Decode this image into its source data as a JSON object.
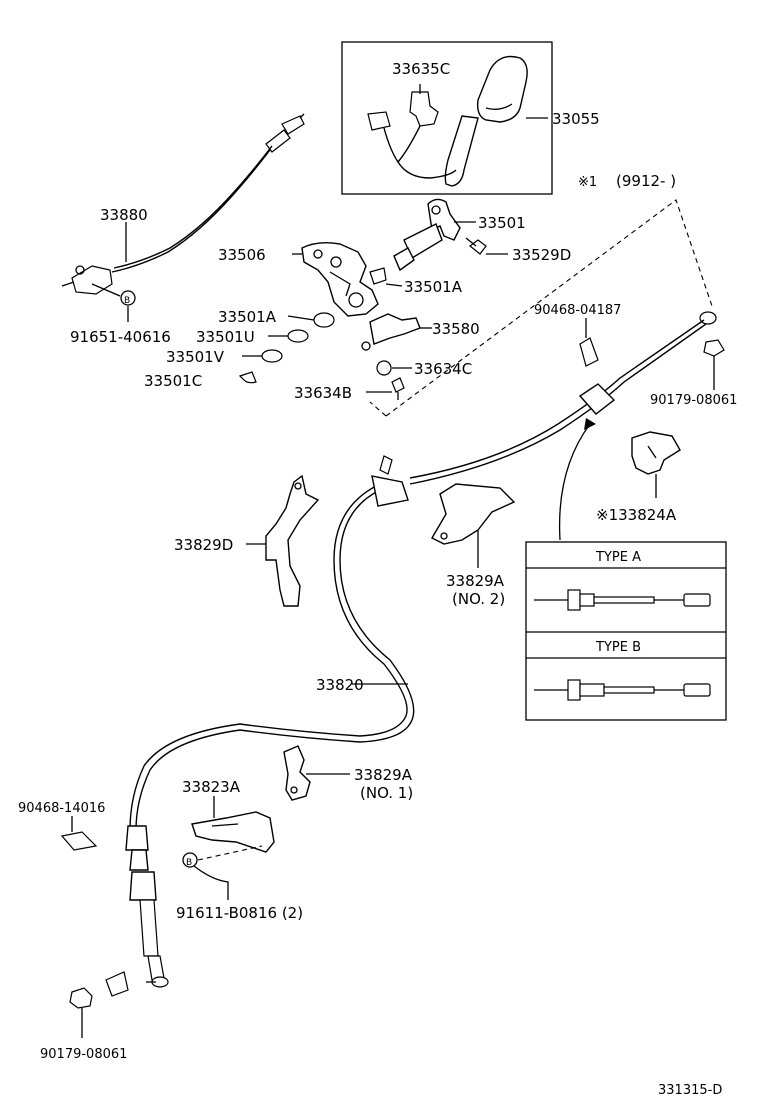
{
  "inset_labels": {
    "shift_knob": "33055",
    "switch_connector": "33635C"
  },
  "note": {
    "mark": "※1",
    "range": "(9912-          )"
  },
  "labels": {
    "p33880": "33880",
    "p91651": "91651-40616",
    "p33506": "33506",
    "p33501": "33501",
    "p33529D": "33529D",
    "p33501A_a": "33501A",
    "p33501A_b": "33501A",
    "p33501U": "33501U",
    "p33501V": "33501V",
    "p33501C": "33501C",
    "p33580": "33580",
    "p33634C": "33634C",
    "p33634B": "33634B",
    "p90468_04187": "90468-04187",
    "p90179_top": "90179-08061",
    "p33824A": "※133824A",
    "p33829D": "33829D",
    "p33829A_no2": "33829A",
    "p33829A_no2_sub": "(NO. 2)",
    "p33820": "33820",
    "p33829A_no1": "33829A",
    "p33829A_no1_sub": "(NO. 1)",
    "p33823A": "33823A",
    "p90468_14016": "90468-14016",
    "p91611": "91611-B0816 (2)",
    "p90179_bottom": "90179-08061",
    "marker_b": "B"
  },
  "type_table": {
    "type_a": "TYPE  A",
    "type_b": "TYPE  B"
  },
  "figure_code": "331315-D"
}
